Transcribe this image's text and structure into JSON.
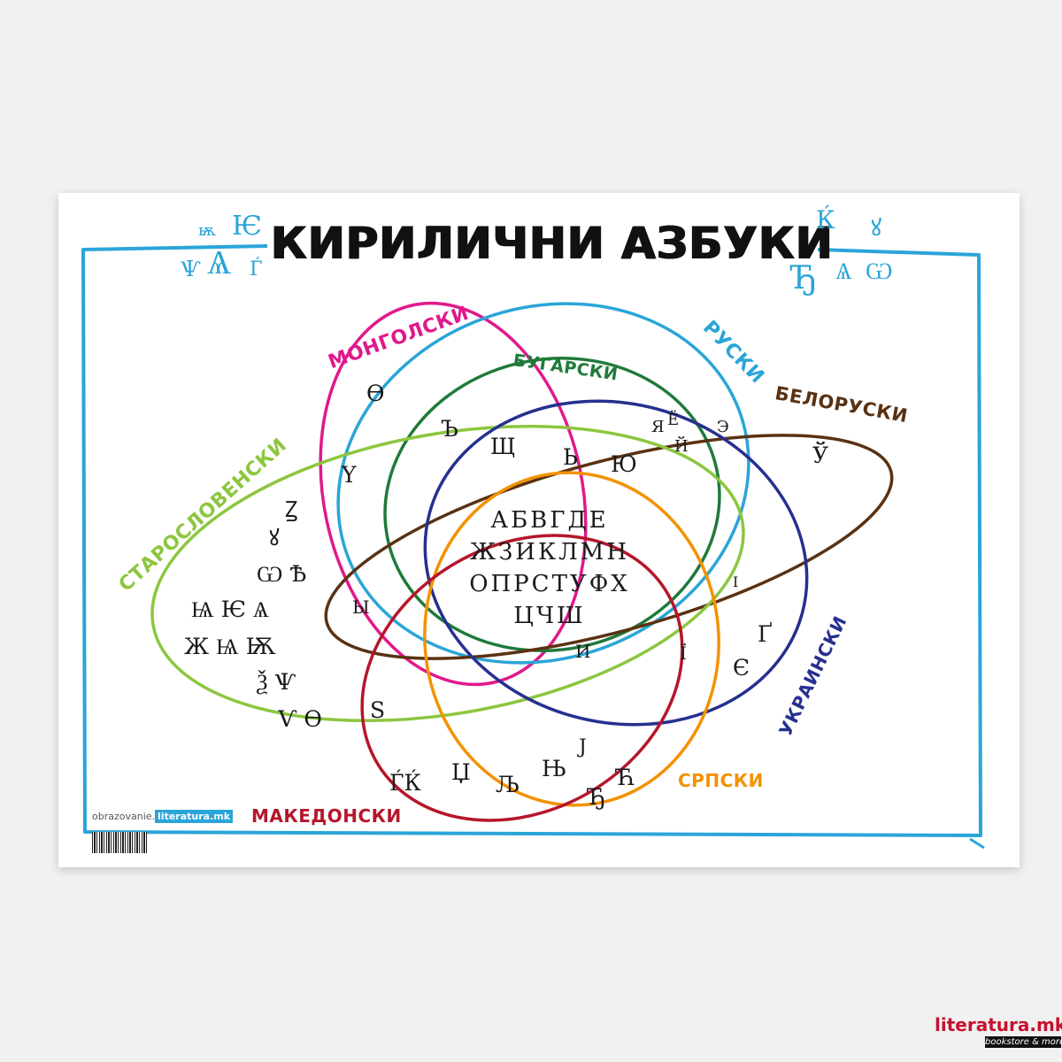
{
  "poster": {
    "title": "КИРИЛИЧНИ АЗБУКИ",
    "decor_left": {
      "a": "ѭ",
      "b": "Ѥ",
      "c": "Ѱ",
      "d": "Ѧ",
      "e": "Ѓ"
    },
    "decor_right": {
      "a": "Ќ",
      "b": "ꙋ",
      "c": "Ђ",
      "d": "Ѧ",
      "e": "Ѡ"
    },
    "languages": {
      "mongolian": {
        "label": "МОНГОЛСКИ",
        "color": "#e0198b"
      },
      "russian": {
        "label": "РУСКИ",
        "color": "#2aa5d8"
      },
      "bulgarian": {
        "label": "БУГАРСКИ",
        "color": "#1f7a3a"
      },
      "belarusian": {
        "label": "БЕЛОРУСКИ",
        "color": "#5a3212"
      },
      "old_slavonic": {
        "label": "СТАРОСЛОВЕНСКИ",
        "color": "#8cc63f"
      },
      "ukrainian": {
        "label": "УКРАИНСКИ",
        "color": "#25308f"
      },
      "serbian": {
        "label": "СРПСКИ",
        "color": "#f39200"
      },
      "macedonian": {
        "label": "МАКЕДОНСКИ",
        "color": "#b5162b"
      }
    },
    "common_letters": [
      "АБВГДЕ",
      "ЖЗИКЛМН",
      "ОПРСТУФХ",
      "ЦЧШ"
    ],
    "glyphs": {
      "mongolian_1": "Ө",
      "mongolian_2": "Ү",
      "bulgarian_hard": "Ъ",
      "shch": "Щ",
      "soft": "Ь",
      "yu": "Ю",
      "ya": "Я",
      "short_i": "Й",
      "yo": "Ё",
      "e_rev": "Э",
      "u_short": "Ў",
      "yery": "Ы",
      "i_ukr": "І",
      "ghe_up": "Ґ",
      "ie_ukr": "Є",
      "yi": "Ї",
      "i_lat": "И",
      "dze": "S",
      "je": "Ј",
      "nje": "Њ",
      "lje": "Љ",
      "dzhe": "Џ",
      "gje_kje": "ЃЌ",
      "dje": "Ђ",
      "tshe": "Ћ",
      "old_1": "Ꙁ",
      "old_2": "ꙋ",
      "old_3": "Ѡ Ѣ",
      "old_4": "Ѩ Ѥ Ѧ",
      "old_5": "Ж Ѩ Ѭ",
      "old_6": "Ѯ Ѱ",
      "old_7": "Ѵ Ѳ"
    },
    "publisher": {
      "prefix": "obrazovanie.",
      "domain": "literatura.mk"
    }
  },
  "brand": {
    "name": "literatura.mk",
    "tagline": "bookstore & more"
  }
}
